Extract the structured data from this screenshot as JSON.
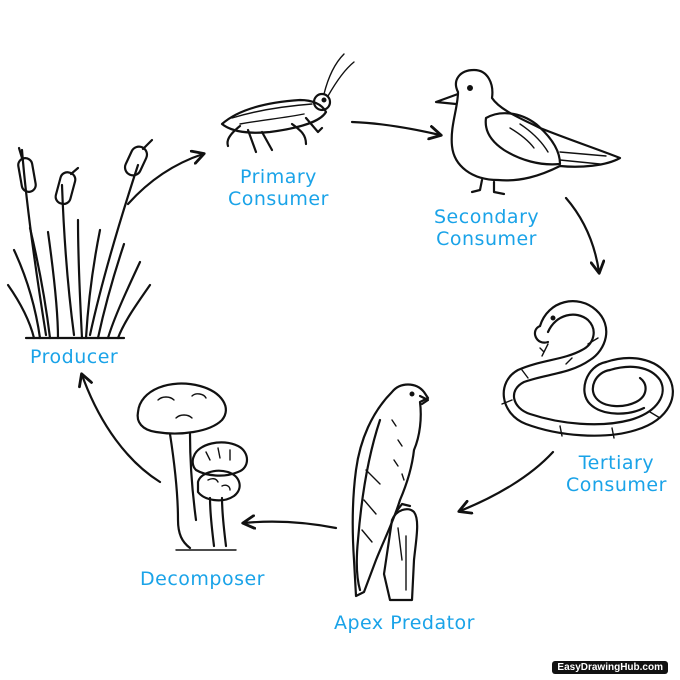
{
  "stages": {
    "producer": "Producer",
    "primary": [
      "Primary",
      "Consumer"
    ],
    "secondary": [
      "Secondary",
      "Consumer"
    ],
    "tertiary": [
      "Tertiary",
      "Consumer"
    ],
    "apex": "Apex Predator",
    "decomposer": "Decomposer"
  },
  "watermark": "EasyDrawingHub.com",
  "colors": {
    "label": "#1aa3e8",
    "ink": "#111111"
  }
}
